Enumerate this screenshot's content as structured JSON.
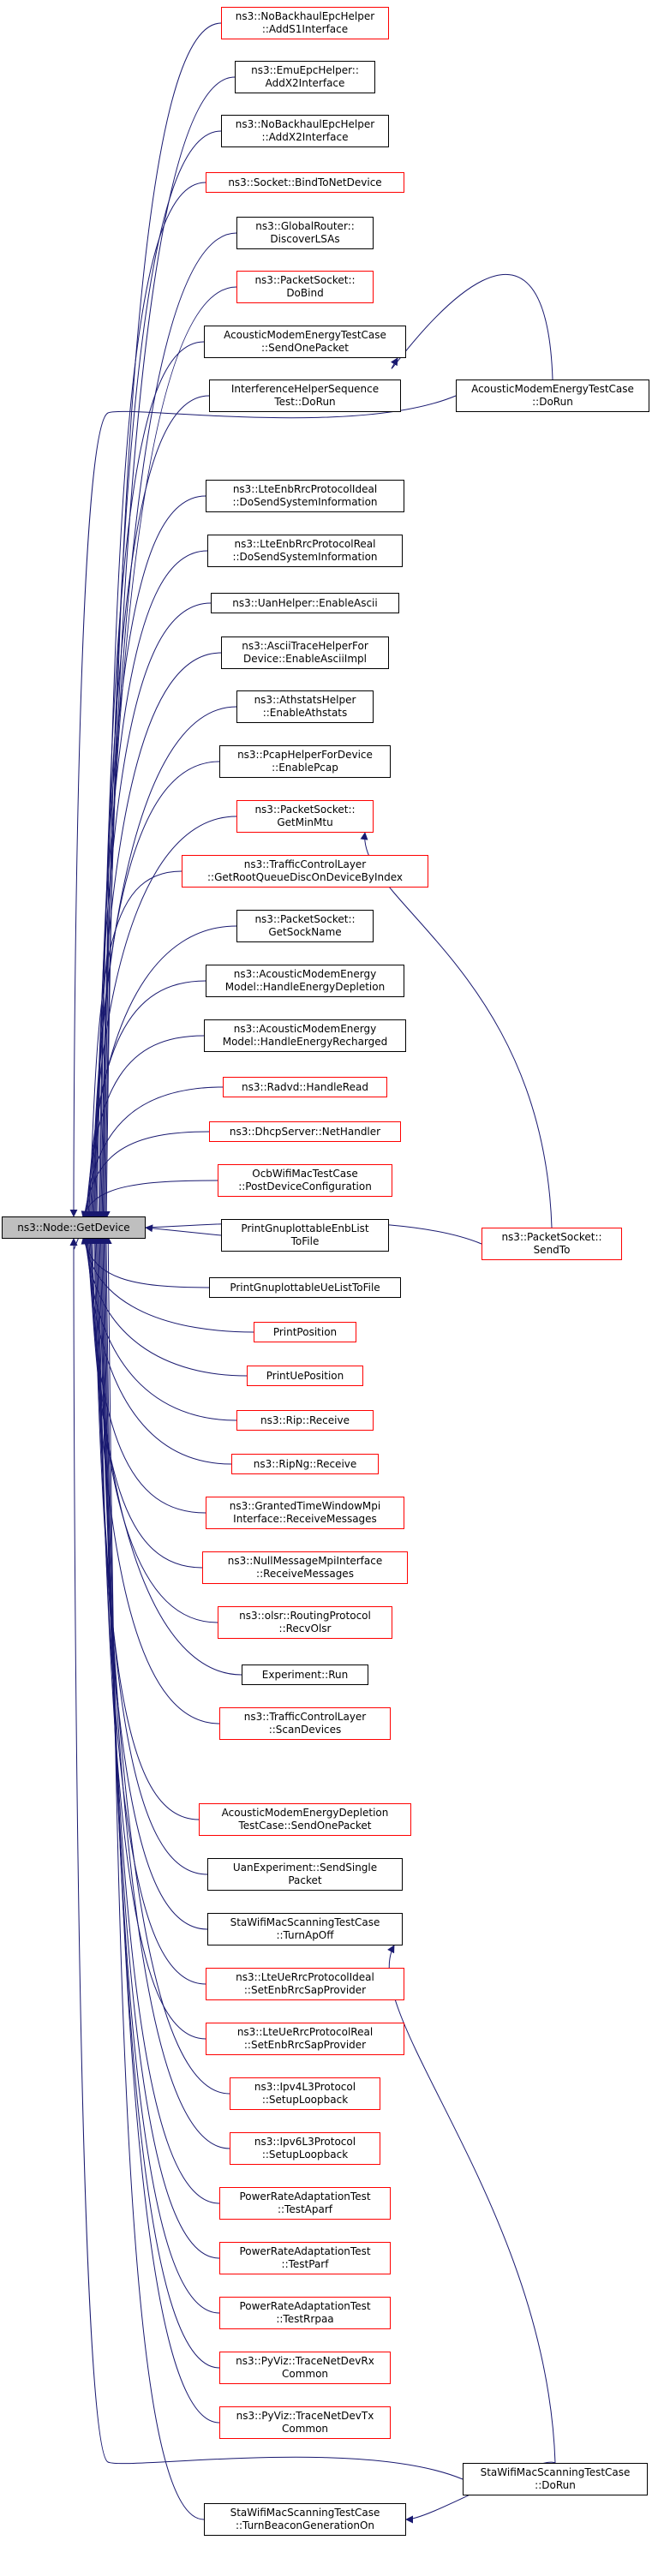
{
  "graph": {
    "edge_color": "#191970",
    "border_color": "#000000",
    "incomplete_border_color": "#ff0000",
    "root_fill": "#bfbfbf",
    "root": {
      "id": "root",
      "label": "ns3::Node::GetDevice"
    },
    "nodes": [
      {
        "id": "n1",
        "label": "ns3::NoBackhaulEpcHelper\n::AddS1Interface",
        "border": "red"
      },
      {
        "id": "n2",
        "label": "ns3::EmuEpcHelper::\nAddX2Interface",
        "border": "black"
      },
      {
        "id": "n3",
        "label": "ns3::NoBackhaulEpcHelper\n::AddX2Interface",
        "border": "black"
      },
      {
        "id": "n4",
        "label": "ns3::Socket::BindToNetDevice",
        "border": "red"
      },
      {
        "id": "n5",
        "label": "ns3::GlobalRouter::\nDiscoverLSAs",
        "border": "black"
      },
      {
        "id": "n6",
        "label": "ns3::PacketSocket::\nDoBind",
        "border": "red"
      },
      {
        "id": "n7",
        "label": "AcousticModemEnergyTestCase\n::SendOnePacket",
        "border": "black"
      },
      {
        "id": "n8",
        "label": "InterferenceHelperSequence\nTest::DoRun",
        "border": "black"
      },
      {
        "id": "n9",
        "label": "ns3::LteEnbRrcProtocolIdeal\n::DoSendSystemInformation",
        "border": "black"
      },
      {
        "id": "n10",
        "label": "ns3::LteEnbRrcProtocolReal\n::DoSendSystemInformation",
        "border": "black"
      },
      {
        "id": "n11",
        "label": "ns3::UanHelper::EnableAscii",
        "border": "black"
      },
      {
        "id": "n12",
        "label": "ns3::AsciiTraceHelperFor\nDevice::EnableAsciiImpl",
        "border": "black"
      },
      {
        "id": "n13",
        "label": "ns3::AthstatsHelper\n::EnableAthstats",
        "border": "black"
      },
      {
        "id": "n14",
        "label": "ns3::PcapHelperForDevice\n::EnablePcap",
        "border": "black"
      },
      {
        "id": "n15",
        "label": "ns3::PacketSocket::\nGetMinMtu",
        "border": "red"
      },
      {
        "id": "n16",
        "label": "ns3::TrafficControlLayer\n::GetRootQueueDiscOnDeviceByIndex",
        "border": "red"
      },
      {
        "id": "n17",
        "label": "ns3::PacketSocket::\nGetSockName",
        "border": "black"
      },
      {
        "id": "n18",
        "label": "ns3::AcousticModemEnergy\nModel::HandleEnergyDepletion",
        "border": "black"
      },
      {
        "id": "n19",
        "label": "ns3::AcousticModemEnergy\nModel::HandleEnergyRecharged",
        "border": "black"
      },
      {
        "id": "n20",
        "label": "ns3::Radvd::HandleRead",
        "border": "red"
      },
      {
        "id": "n21",
        "label": "ns3::DhcpServer::NetHandler",
        "border": "red"
      },
      {
        "id": "n22",
        "label": "OcbWifiMacTestCase\n::PostDeviceConfiguration",
        "border": "red"
      },
      {
        "id": "n23",
        "label": "PrintGnuplottableEnbList\nToFile",
        "border": "black"
      },
      {
        "id": "n24",
        "label": "PrintGnuplottableUeListToFile",
        "border": "black"
      },
      {
        "id": "n25",
        "label": "PrintPosition",
        "border": "red"
      },
      {
        "id": "n26",
        "label": "PrintUePosition",
        "border": "red"
      },
      {
        "id": "n27",
        "label": "ns3::Rip::Receive",
        "border": "red"
      },
      {
        "id": "n28",
        "label": "ns3::RipNg::Receive",
        "border": "red"
      },
      {
        "id": "n29",
        "label": "ns3::GrantedTimeWindowMpi\nInterface::ReceiveMessages",
        "border": "red"
      },
      {
        "id": "n30",
        "label": "ns3::NullMessageMpiInterface\n::ReceiveMessages",
        "border": "red"
      },
      {
        "id": "n31",
        "label": "ns3::olsr::RoutingProtocol\n::RecvOlsr",
        "border": "red"
      },
      {
        "id": "n32",
        "label": "Experiment::Run",
        "border": "black"
      },
      {
        "id": "n33",
        "label": "ns3::TrafficControlLayer\n::ScanDevices",
        "border": "red"
      },
      {
        "id": "n34",
        "label": "AcousticModemEnergyDepletion\nTestCase::SendOnePacket",
        "border": "red"
      },
      {
        "id": "n35",
        "label": "UanExperiment::SendSingle\nPacket",
        "border": "black"
      },
      {
        "id": "n36",
        "label": "StaWifiMacScanningTestCase\n::TurnApOff",
        "border": "black"
      },
      {
        "id": "n37",
        "label": "ns3::LteUeRrcProtocolIdeal\n::SetEnbRrcSapProvider",
        "border": "red"
      },
      {
        "id": "n38",
        "label": "ns3::LteUeRrcProtocolReal\n::SetEnbRrcSapProvider",
        "border": "red"
      },
      {
        "id": "n39",
        "label": "ns3::Ipv4L3Protocol\n::SetupLoopback",
        "border": "red"
      },
      {
        "id": "n40",
        "label": "ns3::Ipv6L3Protocol\n::SetupLoopback",
        "border": "red"
      },
      {
        "id": "n41",
        "label": "PowerRateAdaptationTest\n::TestAparf",
        "border": "red"
      },
      {
        "id": "n42",
        "label": "PowerRateAdaptationTest\n::TestParf",
        "border": "red"
      },
      {
        "id": "n43",
        "label": "PowerRateAdaptationTest\n::TestRrpaa",
        "border": "red"
      },
      {
        "id": "n44",
        "label": "ns3::PyViz::TraceNetDevRx\nCommon",
        "border": "red"
      },
      {
        "id": "n45",
        "label": "ns3::PyViz::TraceNetDevTx\nCommon",
        "border": "red"
      },
      {
        "id": "n46",
        "label": "StaWifiMacScanningTestCase\n::TurnBeaconGenerationOn",
        "border": "black"
      },
      {
        "id": "n47",
        "label": "AcousticModemEnergyTestCase\n::DoRun",
        "border": "black"
      },
      {
        "id": "n48",
        "label": "ns3::PacketSocket::\nSendTo",
        "border": "red"
      },
      {
        "id": "n49",
        "label": "StaWifiMacScanningTestCase\n::DoRun",
        "border": "black"
      }
    ],
    "edges": [
      [
        "n1",
        "root"
      ],
      [
        "n2",
        "root"
      ],
      [
        "n3",
        "root"
      ],
      [
        "n4",
        "root"
      ],
      [
        "n5",
        "root"
      ],
      [
        "n6",
        "root"
      ],
      [
        "n7",
        "root"
      ],
      [
        "n8",
        "root"
      ],
      [
        "n9",
        "root"
      ],
      [
        "n10",
        "root"
      ],
      [
        "n11",
        "root"
      ],
      [
        "n12",
        "root"
      ],
      [
        "n13",
        "root"
      ],
      [
        "n14",
        "root"
      ],
      [
        "n15",
        "root"
      ],
      [
        "n16",
        "root"
      ],
      [
        "n17",
        "root"
      ],
      [
        "n18",
        "root"
      ],
      [
        "n19",
        "root"
      ],
      [
        "n20",
        "root"
      ],
      [
        "n21",
        "root"
      ],
      [
        "n22",
        "root"
      ],
      [
        "n23",
        "root"
      ],
      [
        "n24",
        "root"
      ],
      [
        "n25",
        "root"
      ],
      [
        "n26",
        "root"
      ],
      [
        "n27",
        "root"
      ],
      [
        "n28",
        "root"
      ],
      [
        "n29",
        "root"
      ],
      [
        "n30",
        "root"
      ],
      [
        "n31",
        "root"
      ],
      [
        "n32",
        "root"
      ],
      [
        "n33",
        "root"
      ],
      [
        "n34",
        "root"
      ],
      [
        "n35",
        "root"
      ],
      [
        "n36",
        "root"
      ],
      [
        "n37",
        "root"
      ],
      [
        "n38",
        "root"
      ],
      [
        "n39",
        "root"
      ],
      [
        "n40",
        "root"
      ],
      [
        "n41",
        "root"
      ],
      [
        "n42",
        "root"
      ],
      [
        "n43",
        "root"
      ],
      [
        "n44",
        "root"
      ],
      [
        "n45",
        "root"
      ],
      [
        "n46",
        "root"
      ],
      [
        "n47",
        "root"
      ],
      [
        "n47",
        "n7"
      ],
      [
        "n48",
        "root"
      ],
      [
        "n48",
        "n15"
      ],
      [
        "n49",
        "root"
      ],
      [
        "n49",
        "n36"
      ],
      [
        "n49",
        "n46"
      ]
    ]
  }
}
